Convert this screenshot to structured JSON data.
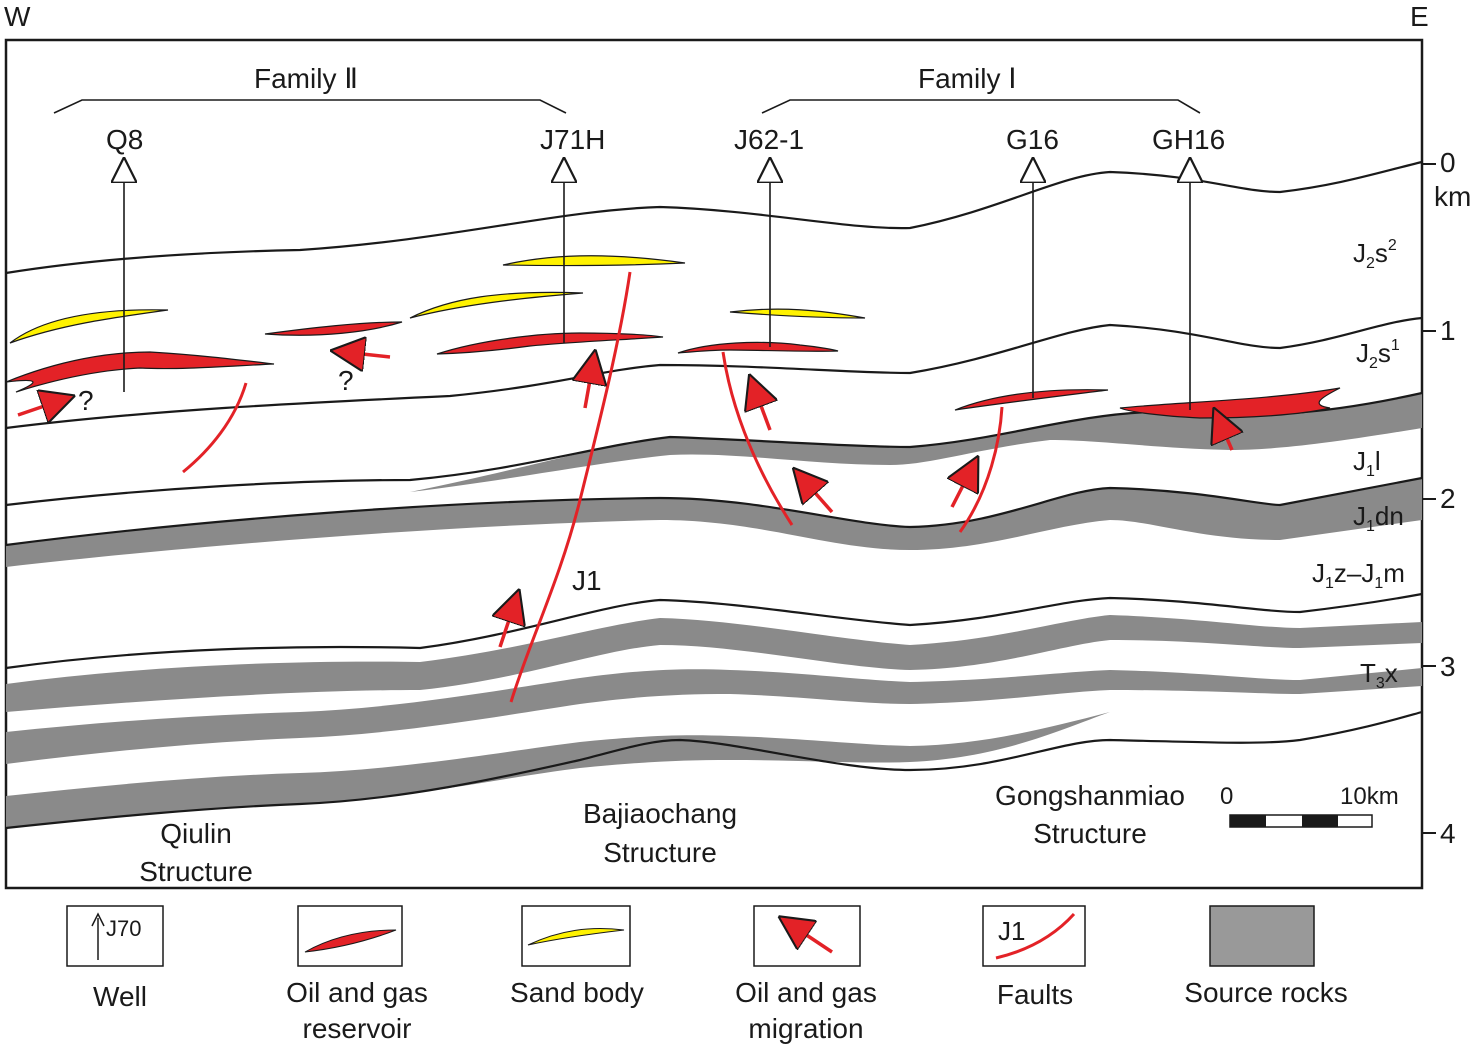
{
  "compass": {
    "west": "W",
    "east": "E"
  },
  "families": [
    {
      "id": "family-2",
      "label": "Family Ⅱ"
    },
    {
      "id": "family-1",
      "label": "Family Ⅰ"
    }
  ],
  "wells": [
    "Q8",
    "J71H",
    "J62-1",
    "G16",
    "GH16"
  ],
  "depth_axis": {
    "ticks": [
      "0",
      "1",
      "2",
      "3",
      "4"
    ],
    "unit": "km"
  },
  "formations": {
    "j2s2": {
      "base": "J",
      "sub": "2",
      "rest": "s",
      "sup": "2"
    },
    "j2s1": {
      "base": "J",
      "sub": "2",
      "rest": "s",
      "sup": "1"
    },
    "j1l": {
      "base": "J",
      "sub": "1",
      "rest": "l"
    },
    "j1dn": {
      "base": "J",
      "sub": "1",
      "rest": "dn"
    },
    "j1zm": {
      "a": "J",
      "a_sub": "1",
      "b": "z–J",
      "b_sub": "1",
      "c": "m"
    },
    "t3x": {
      "base": "T",
      "sub": "3",
      "rest": "x"
    }
  },
  "fault_label": "J1",
  "unknown_marks": [
    "?",
    "?"
  ],
  "structures": {
    "qiulin": [
      "Qiulin",
      "Structure"
    ],
    "bajiaochang": [
      "Bajiaochang",
      "Structure"
    ],
    "gongshanmiao": [
      "Gongshanmiao",
      "Structure"
    ]
  },
  "scale_bar": {
    "start": "0",
    "end": "10km"
  },
  "legend": {
    "well_sample": "J70",
    "well": "Well",
    "reservoir": [
      "Oil and gas",
      "reservoir"
    ],
    "sand": "Sand body",
    "migration": [
      "Oil and gas",
      "migration"
    ],
    "fault_sample": "J1",
    "faults": "Faults",
    "source": "Source rocks"
  },
  "colors": {
    "reservoir": "#e32227",
    "sand": "#fff200",
    "source_rock": "#8a8a8a",
    "line": "#1a1a1a"
  }
}
